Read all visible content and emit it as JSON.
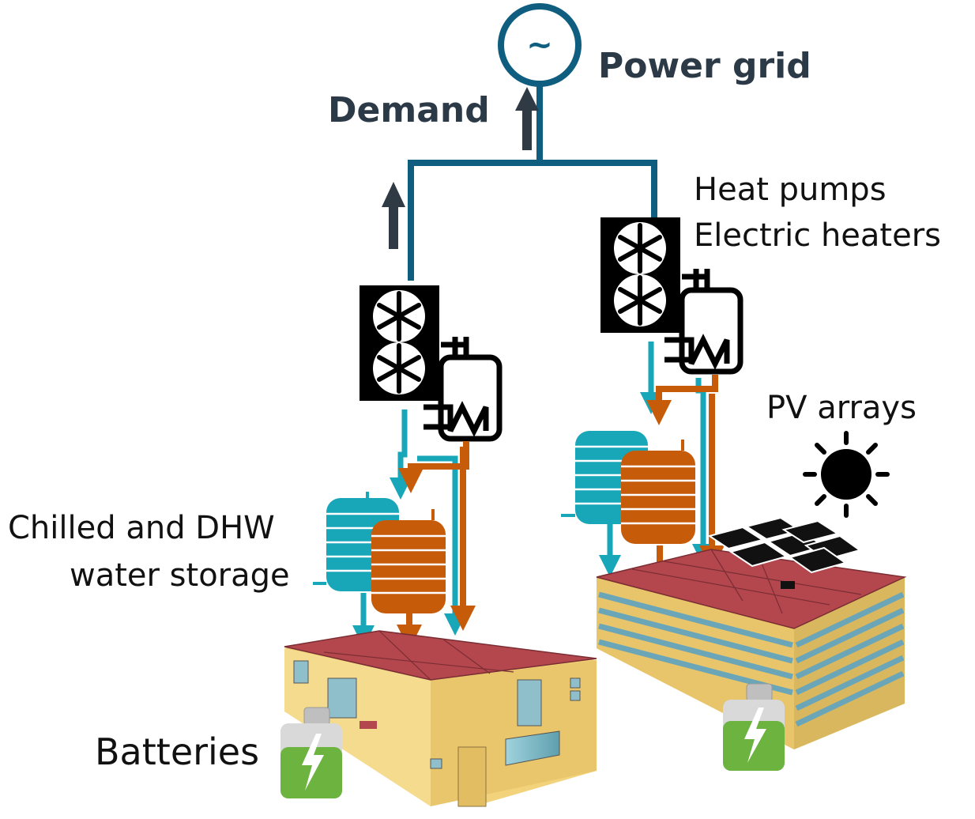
{
  "labels": {
    "power_grid": "Power grid",
    "grid_symbol": "~",
    "demand": "Demand",
    "heat_pumps": "Heat pumps",
    "electric_heaters": "Electric heaters",
    "pv_arrays": "PV arrays",
    "storage_line1": "Chilled and DHW",
    "storage_line2": "water storage",
    "batteries": "Batteries"
  },
  "colors": {
    "grid_line": "#0f5e80",
    "arrow_dark": "#2f3a45",
    "chilled": "#17a7b9",
    "hot": "#c65b0a",
    "roof": "#b4474e",
    "wall": "#f2d27a",
    "battery_green": "#6cb33f"
  }
}
